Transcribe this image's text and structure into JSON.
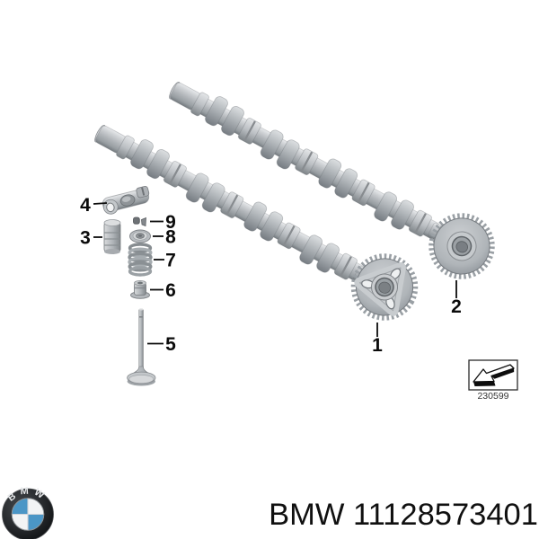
{
  "page": {
    "background": "#ffffff"
  },
  "diagram": {
    "drawing_number": "230599",
    "callouts": [
      {
        "label": "1"
      },
      {
        "label": "2"
      },
      {
        "label": "3"
      },
      {
        "label": "4"
      },
      {
        "label": "5"
      },
      {
        "label": "6"
      },
      {
        "label": "7"
      },
      {
        "label": "8"
      },
      {
        "label": "9"
      }
    ],
    "icons": {
      "stamp": "direction-arrow-icon",
      "logo": "bmw-roundel-icon"
    },
    "metal_gray": "#b5b9bd"
  },
  "footer": {
    "logo_text": "BMW",
    "part_number": "BMW 11128573401",
    "logo_blue": "#4b96c6"
  }
}
